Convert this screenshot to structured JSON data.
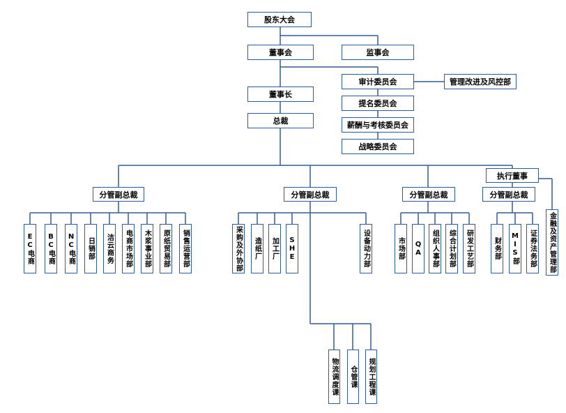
{
  "top": {
    "shareholders": "股东大会",
    "board": "董事会",
    "supervisors": "监事会",
    "chairman": "董事长",
    "ceo": "总裁",
    "exec_director": "执行董事"
  },
  "committees": [
    "审计委员会",
    "提名委员会",
    "薪酬与考核委员会",
    "战略委员会"
  ],
  "risk_dept": "管理改进及风控部",
  "vp_label": "分管副总裁",
  "group1": [
    "EC电商",
    "BC电商",
    "NC电商",
    "日销部",
    "洁云商务",
    "电商市场部",
    "木浆事业部",
    "原纸贸易部",
    "销售运营部"
  ],
  "group2": [
    "采购及外协部",
    "造纸厂",
    "加工厂",
    "SHE",
    "设备动力部"
  ],
  "group2_sub": [
    "物流调度课",
    "仓管课",
    "规划工程课"
  ],
  "group3": [
    "市场部",
    "QA",
    "组织人事部",
    "综合计划部",
    "研发工艺部"
  ],
  "group4": [
    "财务部",
    "MIS部",
    "证券法务部"
  ],
  "group4_extra": "金融及资产管理部"
}
